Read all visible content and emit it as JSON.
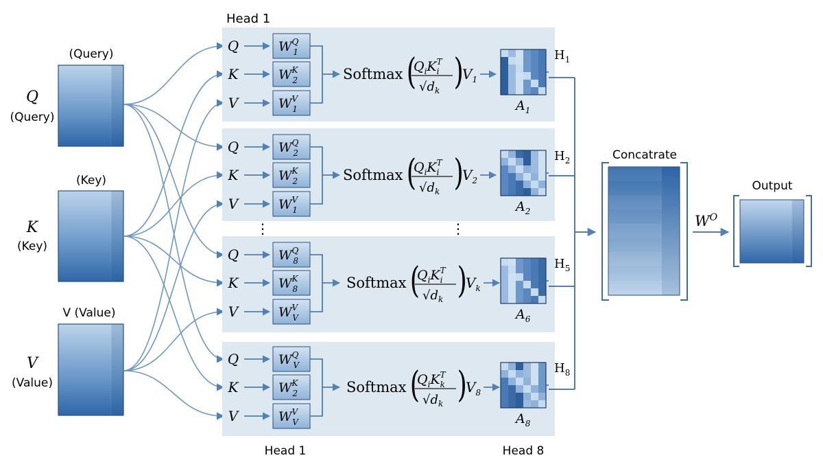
{
  "inputs": [
    {
      "top_label": "(Query)",
      "symbol": "Q",
      "name": "(Query)"
    },
    {
      "top_label": "(Key)",
      "symbol": "K",
      "name": "(Key)"
    },
    {
      "top_label": "V (Value)",
      "symbol": "V",
      "name": "(Value)"
    }
  ],
  "head_title_top": "Head 1",
  "heads": [
    {
      "rows": [
        {
          "letter": "Q",
          "w_sub": "1",
          "w_sup": "Q"
        },
        {
          "letter": "K",
          "w_sub": "2",
          "w_sup": "K"
        },
        {
          "letter": "V",
          "w_sub": "1",
          "w_sup": "V"
        }
      ],
      "softmax": "Softmax",
      "num_q": "Q",
      "num_q_sub": "i",
      "num_k": "K",
      "num_k_sub": "i",
      "num_k_sup": "T",
      "den": "√d",
      "den_sub": "k",
      "v": "V",
      "v_sub": "1",
      "a": "A",
      "a_sub": "1",
      "h": "H",
      "h_sub": "1"
    },
    {
      "rows": [
        {
          "letter": "Q",
          "w_sub": "2",
          "w_sup": "Q"
        },
        {
          "letter": "K",
          "w_sub": "2",
          "w_sup": "K"
        },
        {
          "letter": "V",
          "w_sub": "1",
          "w_sup": "V"
        }
      ],
      "softmax": "Softmax",
      "num_q": "Q",
      "num_q_sub": "i",
      "num_k": "K",
      "num_k_sub": "i",
      "num_k_sup": "T",
      "den": "√d",
      "den_sub": "k",
      "v": "V",
      "v_sub": "2",
      "a": "A",
      "a_sub": "2",
      "h": "H",
      "h_sub": "2"
    },
    {
      "rows": [
        {
          "letter": "Q",
          "w_sub": "8",
          "w_sup": "Q"
        },
        {
          "letter": "K",
          "w_sub": "8",
          "w_sup": "K"
        },
        {
          "letter": "V",
          "w_sub": "V",
          "w_sup": "V"
        }
      ],
      "softmax": "Softmax",
      "num_q": "Q",
      "num_q_sub": "i",
      "num_k": "K",
      "num_k_sub": "i",
      "num_k_sup": "T",
      "den": "√d",
      "den_sub": "k",
      "v": "V",
      "v_sub": "k",
      "a": "A",
      "a_sub": "6",
      "h": "H",
      "h_sub": "5"
    },
    {
      "rows": [
        {
          "letter": "Q",
          "w_sub": "V",
          "w_sup": "Q"
        },
        {
          "letter": "K",
          "w_sub": "2",
          "w_sup": "K"
        },
        {
          "letter": "V",
          "w_sub": "V",
          "w_sup": "V"
        }
      ],
      "softmax": "Softmax",
      "num_q": "Q",
      "num_q_sub": "i",
      "num_k": "K",
      "num_k_sub": "k",
      "num_k_sup": "T",
      "den": "√d",
      "den_sub": "k",
      "v": "V",
      "v_sub": "8",
      "a": "A",
      "a_sub": "8",
      "h": "H",
      "h_sub": "8"
    }
  ],
  "ellipsis": "⋮",
  "concat_label": "Concatrate",
  "wo": "W",
  "wo_sup": "O",
  "output_label": "Output",
  "footer_left": "Head 1",
  "footer_right": "Head 8",
  "colors": {
    "accent": "#3a6ea5",
    "panel": "#dde8f1",
    "arrow": "#6f97c2"
  }
}
